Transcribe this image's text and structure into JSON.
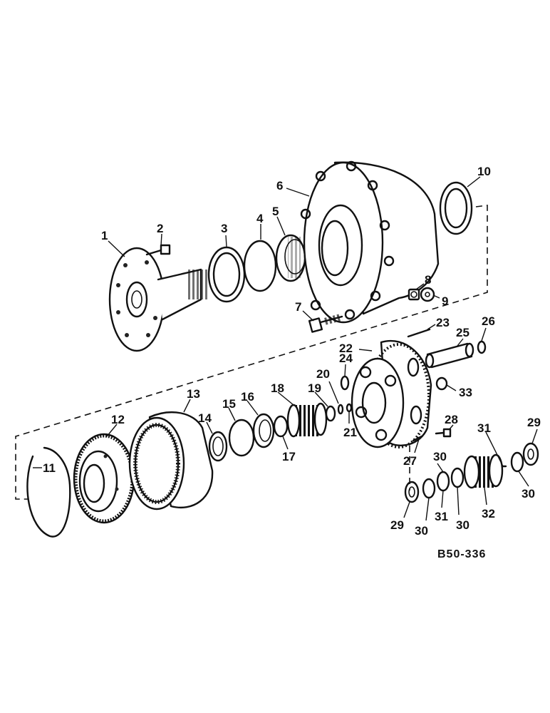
{
  "reference_code": "B50-336",
  "callouts": [
    {
      "id": "c1",
      "text": "1"
    },
    {
      "id": "c2",
      "text": "2"
    },
    {
      "id": "c3",
      "text": "3"
    },
    {
      "id": "c4",
      "text": "4"
    },
    {
      "id": "c5",
      "text": "5"
    },
    {
      "id": "c6",
      "text": "6"
    },
    {
      "id": "c7",
      "text": "7"
    },
    {
      "id": "c8",
      "text": "8"
    },
    {
      "id": "c9",
      "text": "9"
    },
    {
      "id": "c10",
      "text": "10"
    },
    {
      "id": "c11",
      "text": "11"
    },
    {
      "id": "c12",
      "text": "12"
    },
    {
      "id": "c13",
      "text": "13"
    },
    {
      "id": "c14",
      "text": "14"
    },
    {
      "id": "c15",
      "text": "15"
    },
    {
      "id": "c16",
      "text": "16"
    },
    {
      "id": "c17",
      "text": "17"
    },
    {
      "id": "c18",
      "text": "18"
    },
    {
      "id": "c19",
      "text": "19"
    },
    {
      "id": "c20",
      "text": "20"
    },
    {
      "id": "c21",
      "text": "21"
    },
    {
      "id": "c22",
      "text": "22"
    },
    {
      "id": "c23",
      "text": "23"
    },
    {
      "id": "c24",
      "text": "24"
    },
    {
      "id": "c25",
      "text": "25"
    },
    {
      "id": "c26",
      "text": "26"
    },
    {
      "id": "c27",
      "text": "27"
    },
    {
      "id": "c28",
      "text": "28"
    },
    {
      "id": "c29a",
      "text": "29"
    },
    {
      "id": "c29b",
      "text": "29"
    },
    {
      "id": "c30a",
      "text": "30"
    },
    {
      "id": "c30b",
      "text": "30"
    },
    {
      "id": "c30c",
      "text": "30"
    },
    {
      "id": "c30d",
      "text": "30"
    },
    {
      "id": "c31a",
      "text": "31"
    },
    {
      "id": "c31b",
      "text": "31"
    },
    {
      "id": "c32",
      "text": "32"
    },
    {
      "id": "c33",
      "text": "33"
    }
  ]
}
